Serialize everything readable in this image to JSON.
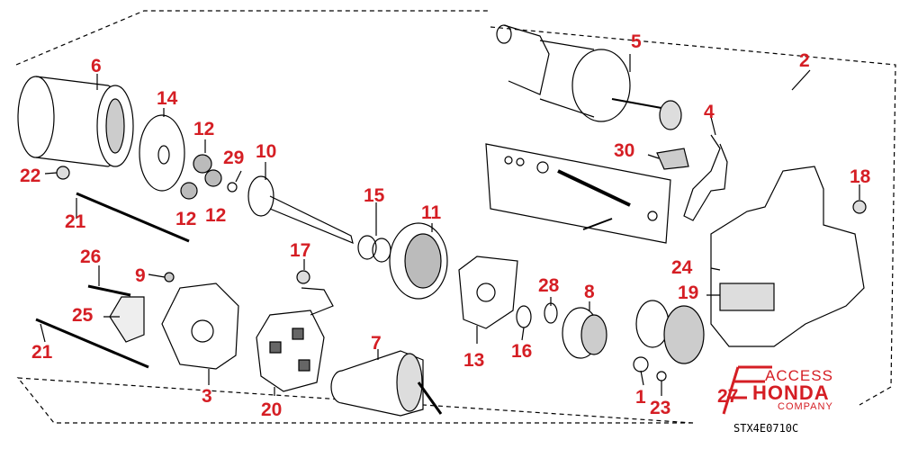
{
  "callouts": {
    "c1": "1",
    "c2": "2",
    "c3": "3",
    "c4": "4",
    "c5": "5",
    "c6": "6",
    "c7": "7",
    "c8": "8",
    "c9": "9",
    "c10": "10",
    "c11": "11",
    "c12a": "12",
    "c12b": "12",
    "c12c": "12",
    "c13": "13",
    "c14": "14",
    "c15": "15",
    "c16": "16",
    "c17": "17",
    "c18": "18",
    "c19": "19",
    "c20": "20",
    "c21a": "21",
    "c21b": "21",
    "c22": "22",
    "c23": "23",
    "c24": "24",
    "c25": "25",
    "c26": "26",
    "c27": "27",
    "c28": "28",
    "c29": "29",
    "c30": "30"
  },
  "diagram_code": "STX4E0710C",
  "logo": {
    "line1": "ACCESS",
    "line2": "HONDA",
    "line3": "COMPANY",
    "color": "#d51e24"
  },
  "colors": {
    "callout": "#d51e24",
    "line": "#000000"
  }
}
